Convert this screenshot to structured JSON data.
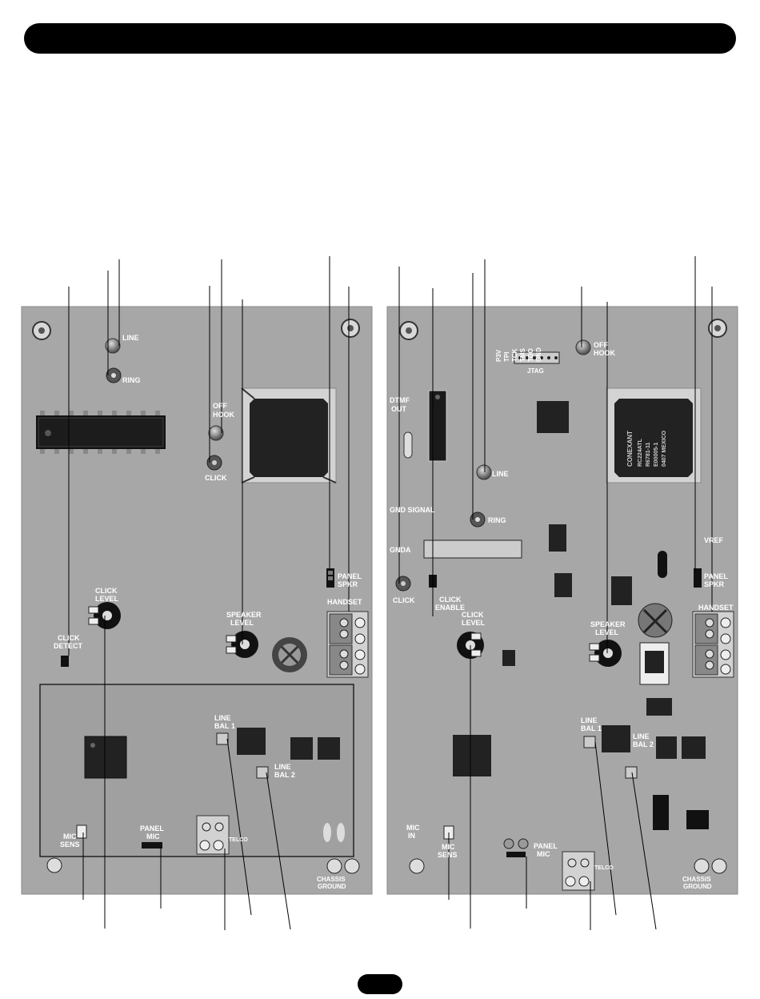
{
  "left_board": {
    "line": "LINE",
    "ring": "RING",
    "off_hook": [
      "OFF",
      "HOOK"
    ],
    "click": "CLICK",
    "panel_spkr": [
      "PANEL",
      "SPKR"
    ],
    "handset": "HANDSET",
    "click_level": [
      "CLICK",
      "LEVEL"
    ],
    "speaker_level": [
      "SPEAKER",
      "LEVEL"
    ],
    "click_detect": [
      "CLICK",
      "DETECT"
    ],
    "line_bal_1": [
      "LINE",
      "BAL 1"
    ],
    "line_bal_2": [
      "LINE",
      "BAL 2"
    ],
    "mic_sens": [
      "MIC",
      "SENS"
    ],
    "panel_mic": [
      "PANEL",
      "MIC"
    ],
    "telco": "TELCO",
    "chassis_ground": [
      "CHASSIS",
      "GROUND"
    ]
  },
  "right_board": {
    "jtag_pins": [
      "GND",
      "TDO",
      "TMS",
      "TCK",
      "TPI",
      "P3V"
    ],
    "jtag": "JTAG",
    "off_hook": [
      "OFF",
      "HOOK"
    ],
    "dtmf_out": [
      "DTMF",
      "OUT"
    ],
    "line": "LINE",
    "gnd_signal": "GND SIGNAL",
    "ring": "RING",
    "gnda": "GNDA",
    "vref": "VREF",
    "panel_spkr": [
      "PANEL",
      "SPKR"
    ],
    "click": "CLICK",
    "click_enable": [
      "CLICK",
      "ENABLE"
    ],
    "handset": "HANDSET",
    "click_level": [
      "CLICK",
      "LEVEL"
    ],
    "speaker_level": [
      "SPEAKER",
      "LEVEL"
    ],
    "line_bal_1": [
      "LINE",
      "BAL 1"
    ],
    "line_bal_2": [
      "LINE",
      "BAL 2"
    ],
    "mic_in": [
      "MIC",
      "IN"
    ],
    "mic_sens": [
      "MIC",
      "SENS"
    ],
    "panel_mic": [
      "PANEL",
      "MIC"
    ],
    "telco": "TELCO",
    "chassis_ground": [
      "CHASSIS",
      "GROUND"
    ],
    "chip_text": [
      "CONEXANT",
      "RC224ATL",
      "R6781-11",
      "E00005-1",
      "0407  MEXICO"
    ]
  }
}
